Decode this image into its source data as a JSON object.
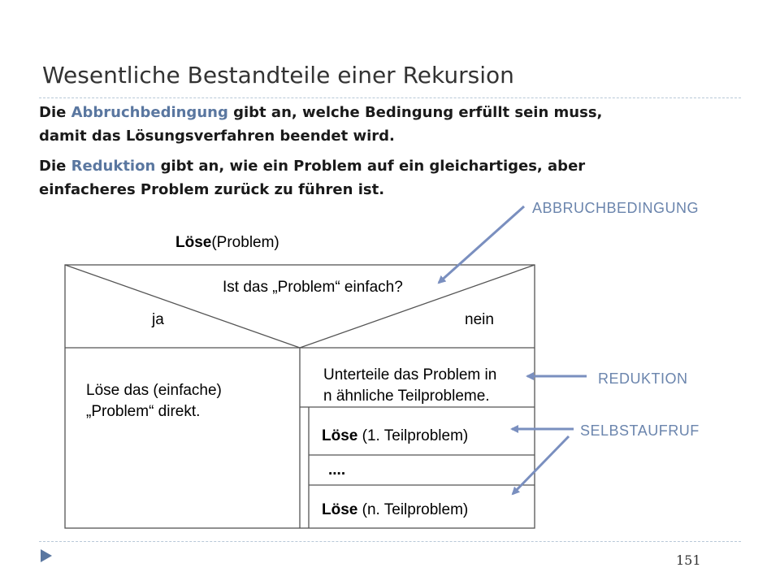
{
  "slide": {
    "title": "Wesentliche Bestandteile einer Rekursion",
    "page_number": "151",
    "colors": {
      "accent": "#5a77a0",
      "annotation": "#6b85ad",
      "divider": "#b8c8d8"
    }
  },
  "paragraphs": {
    "p1": {
      "prefix": "Die ",
      "highlight": "Abbruchbedingung",
      "rest": " gibt an, welche Bedingung erfüllt sein muss,",
      "line2": "damit das Lösungsverfahren beendet wird."
    },
    "p2": {
      "prefix": "Die ",
      "highlight": "Reduktion",
      "rest": " gibt an, wie ein Problem auf ein gleichartiges, aber",
      "line2": "einfacheres Problem zurück zu führen ist."
    }
  },
  "diagram": {
    "header_keyword": "Löse",
    "header_arg": "(Problem)",
    "condition": "Ist das „Problem“ einfach?",
    "yes_label": "ja",
    "no_label": "nein",
    "yes_branch_line1": "Löse das (einfache)",
    "yes_branch_line2": "„Problem“ direkt.",
    "split_line1": "Unterteile das Problem in",
    "split_line2": "n ähnliche Teilprobleme.",
    "call1_keyword": "Löse",
    "call1_arg": " (1. Teilproblem)",
    "ellipsis": "....",
    "calln_keyword": "Löse",
    "calln_arg": " (n. Teilproblem)"
  },
  "annotations": {
    "abbruch": "ABBRUCHBEDINGUNG",
    "reduktion": "REDUKTION",
    "selbstaufruf": "SELBSTAUFRUF"
  }
}
